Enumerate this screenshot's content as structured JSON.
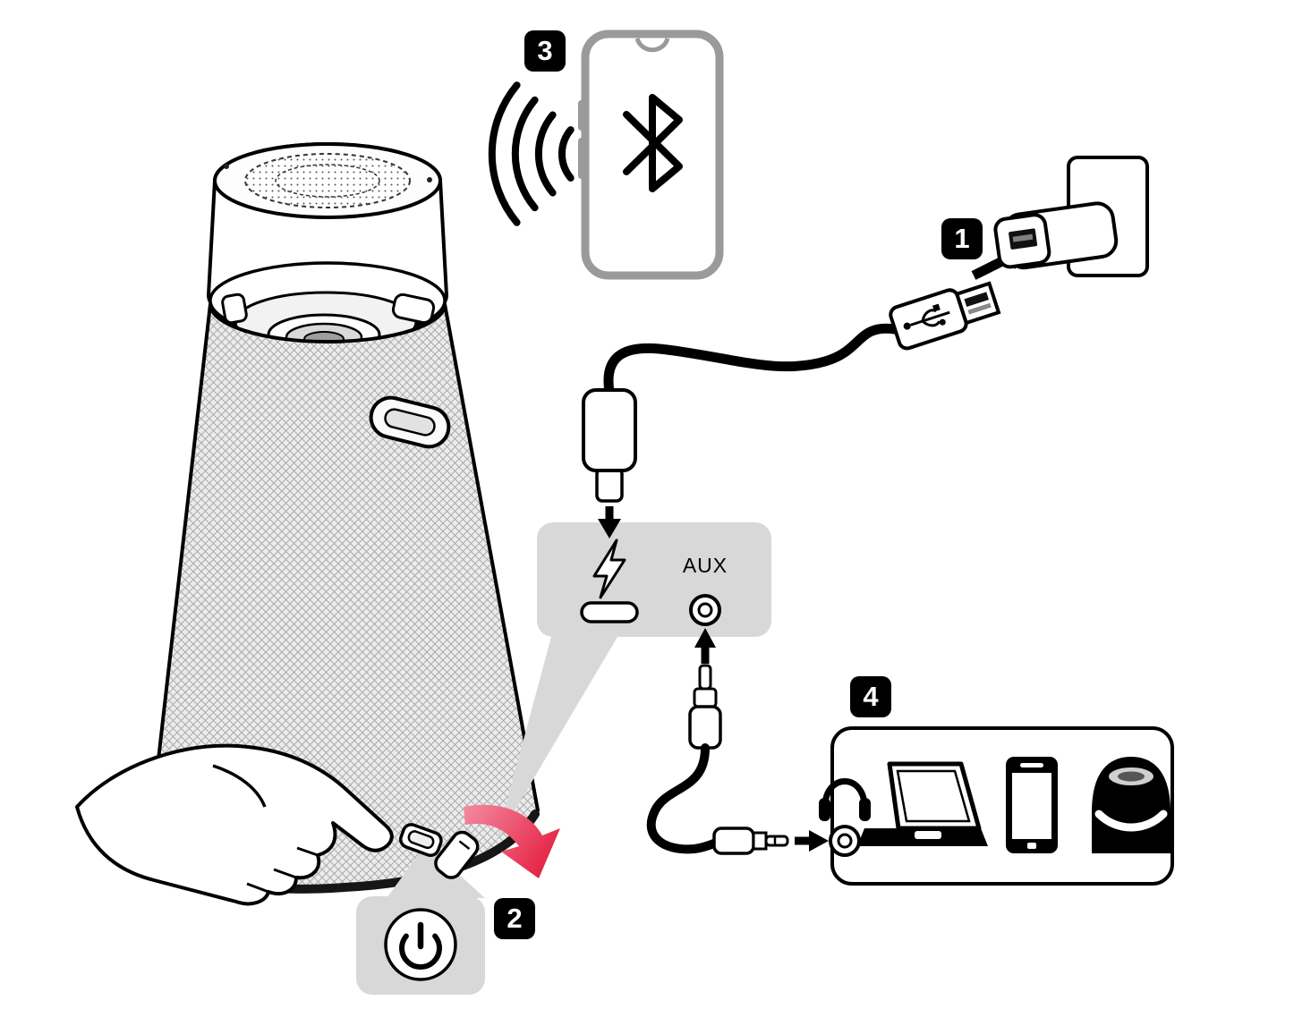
{
  "steps": {
    "step1": "1",
    "step2": "2",
    "step3": "3",
    "step4": "4"
  },
  "labels": {
    "aux_port": "AUX"
  },
  "colors": {
    "line_black": "#000000",
    "callout_gray": "#d8d8d8",
    "phone_outline_gray": "#9a9a9a",
    "mesh_gray": "#a3a3a3",
    "badge_background": "#000000",
    "badge_number": "#ffffff",
    "arrow_pink": "#f48aa0",
    "arrow_red": "#e41a3c",
    "background": "#ffffff"
  },
  "icons": {
    "bluetooth": "bluetooth-icon",
    "signal_waves": "signal-waves-icon",
    "charge": "lightning-icon",
    "power": "power-icon",
    "usb_c_port": "usb-c-port",
    "aux_jack": "aux-jack",
    "headphones": "headphones-icon",
    "laptop": "laptop-icon",
    "smartphone": "smartphone-icon",
    "speaker_device": "speaker-icon"
  }
}
